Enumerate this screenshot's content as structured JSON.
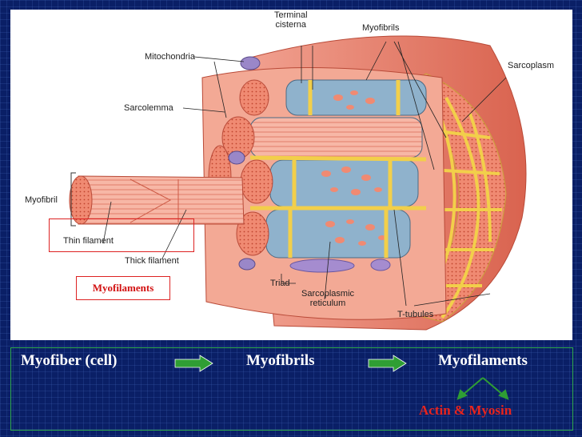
{
  "diagram": {
    "labels": {
      "terminal_cisterna": "Terminal\ncisterna",
      "myofibrils": "Myofibrils",
      "mitochondria": "Mitochondria",
      "sarcoplasm": "Sarcoplasm",
      "sarcolemma": "Sarcolemma",
      "myofibril": "Myofibril",
      "thin_filament": "Thin filament",
      "thick_filament": "Thick filament",
      "triad": "Triad",
      "sarcoplasmic_reticulum": "Sarcoplasmic\nreticulum",
      "t_tubules": "T-tubules"
    },
    "callout": "Myofilaments"
  },
  "hierarchy": {
    "level1": "Myofiber (cell)",
    "level2": "Myofibrils",
    "level3": "Myofilaments",
    "components": "Actin & Myosin"
  },
  "colors": {
    "muscle": "#e8806e",
    "sr_blue": "#8fb2cc",
    "t_tubule_yellow": "#f2cf4a",
    "accent_red": "#e8241d",
    "arrow_green": "#2f9e34",
    "background": "#0a1f66"
  }
}
